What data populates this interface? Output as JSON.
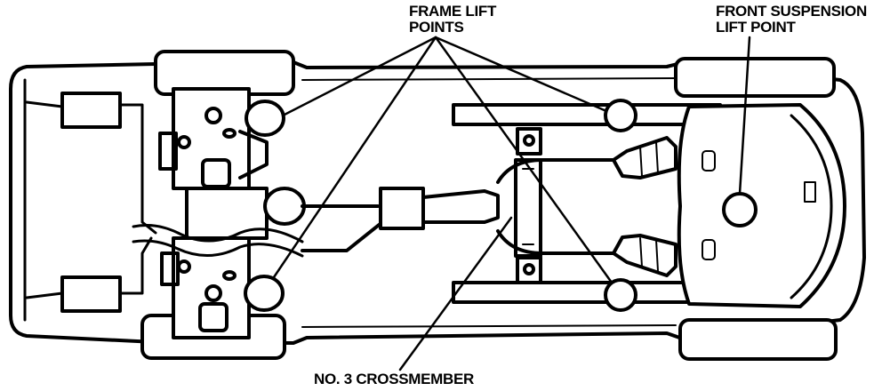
{
  "labels": {
    "frame_lift": [
      "FRAME LIFT",
      "POINTS"
    ],
    "front_suspension": [
      "FRONT SUSPENSION",
      "LIFT POINT"
    ],
    "crossmember": "NO. 3 CROSSMEMBER"
  },
  "colors": {
    "ink": "#000000",
    "paper": "#ffffff"
  }
}
